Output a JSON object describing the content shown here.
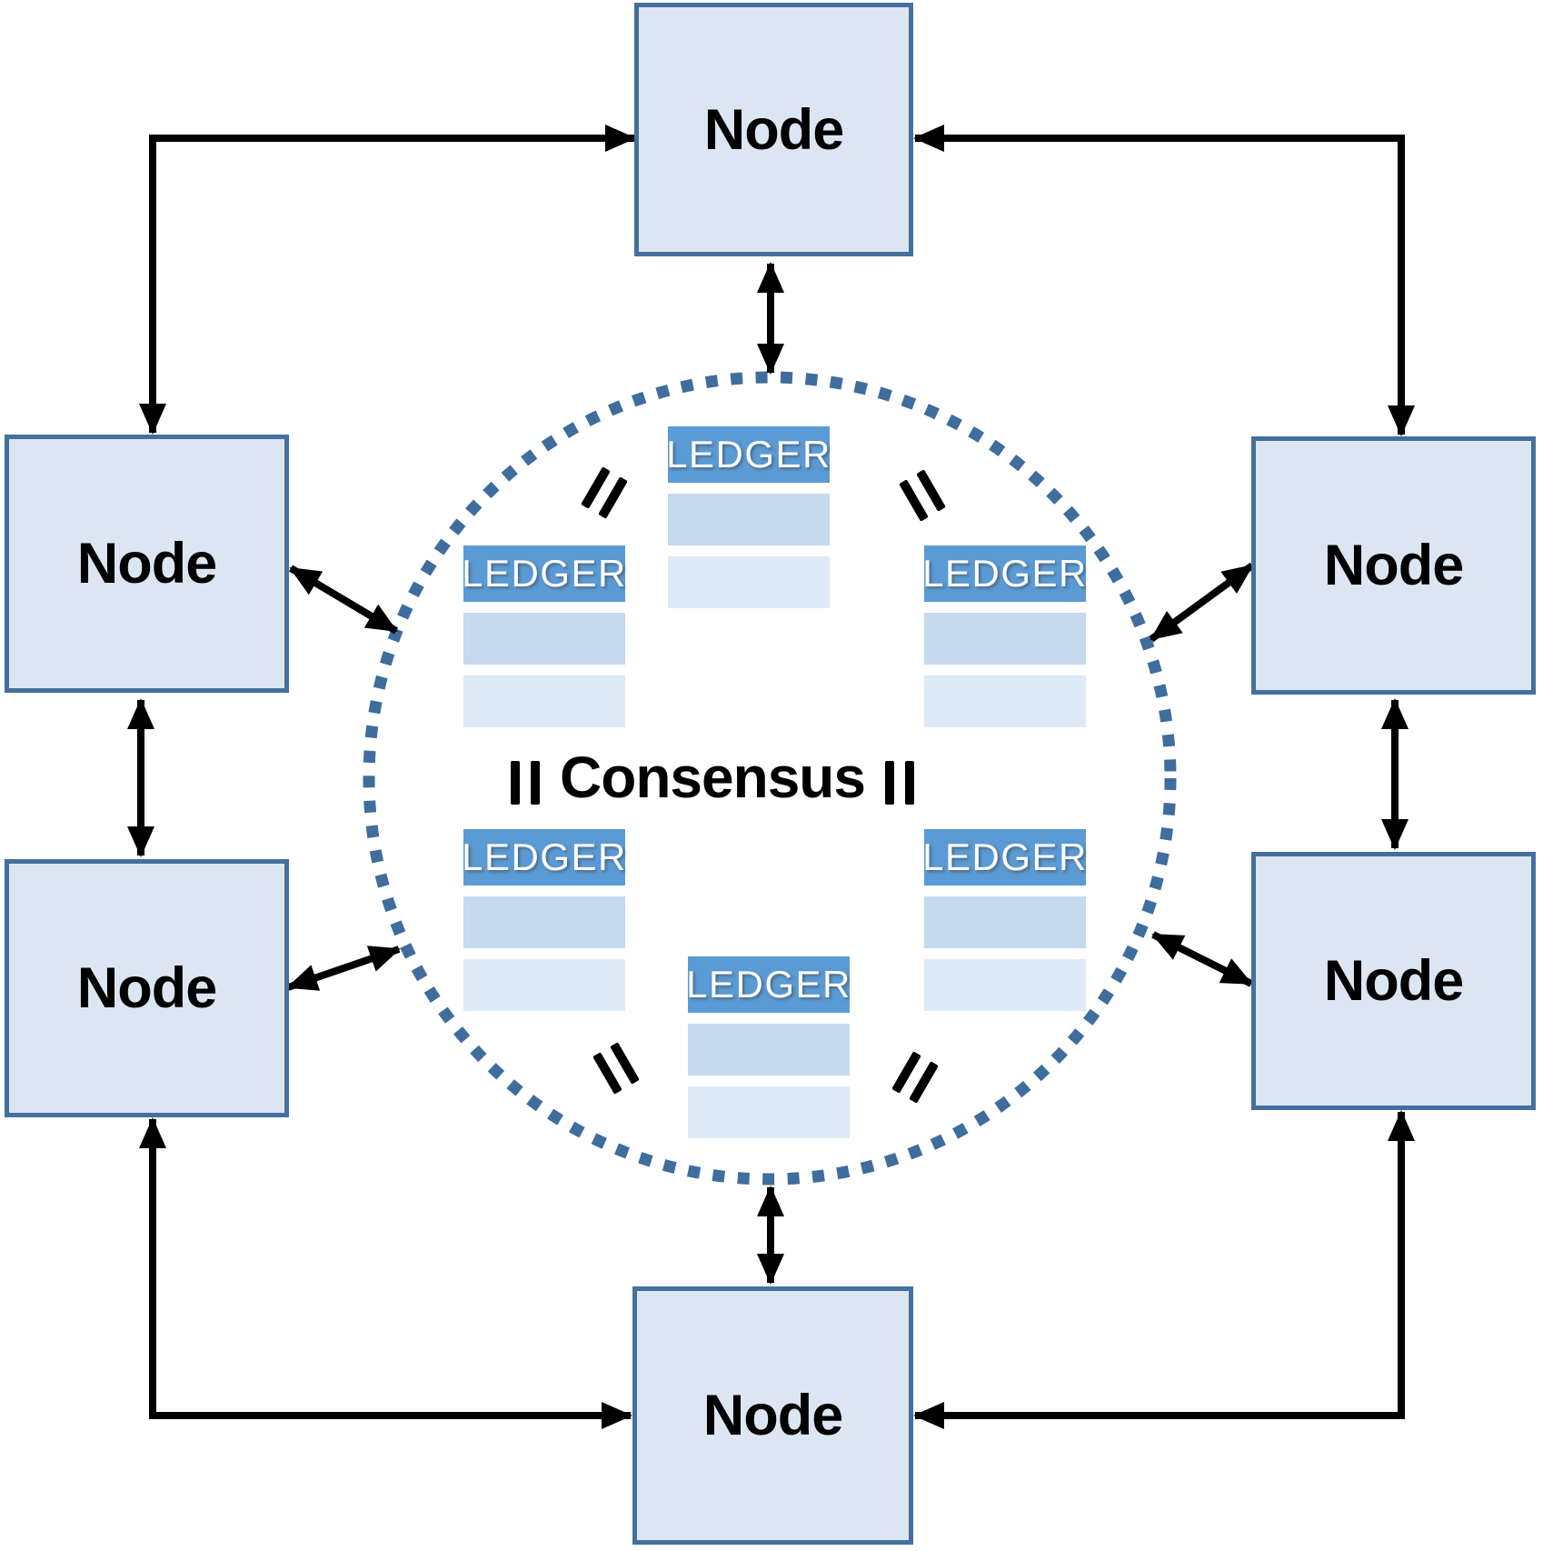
{
  "diagram": {
    "title": "Consensus",
    "equals_symbol": "=",
    "nodes": [
      {
        "id": "top",
        "label": "Node"
      },
      {
        "id": "upper-left",
        "label": "Node"
      },
      {
        "id": "upper-right",
        "label": "Node"
      },
      {
        "id": "lower-left",
        "label": "Node"
      },
      {
        "id": "lower-right",
        "label": "Node"
      },
      {
        "id": "bottom",
        "label": "Node"
      }
    ],
    "ledgers": [
      {
        "id": "top",
        "label": "LEDGER"
      },
      {
        "id": "upper-left",
        "label": "LEDGER"
      },
      {
        "id": "upper-right",
        "label": "LEDGER"
      },
      {
        "id": "lower-left",
        "label": "LEDGER"
      },
      {
        "id": "lower-right",
        "label": "LEDGER"
      },
      {
        "id": "bottom",
        "label": "LEDGER"
      }
    ]
  },
  "colors": {
    "node_fill": "#dce6f2",
    "node_border": "#44709e",
    "ledger_header": "#5b9bd5",
    "ledger_row1": "#c5d9ef",
    "ledger_row2": "#deeaf6",
    "ledger_text": "#ffffff",
    "circle_dots": "#3f6d9d",
    "arrow": "#000000"
  }
}
